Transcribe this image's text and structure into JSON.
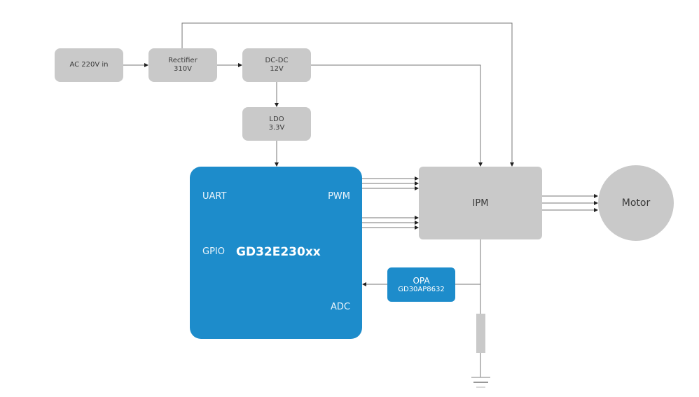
{
  "blocks": {
    "ac_input": {
      "line1": "AC 220V in"
    },
    "rectifier": {
      "line1": "Rectifier",
      "line2": "310V"
    },
    "dcdc": {
      "line1": "DC-DC",
      "line2": "12V"
    },
    "ldo": {
      "line1": "LDO",
      "line2": "3.3V"
    },
    "mcu": {
      "name": "GD32E230xx",
      "uart": "UART",
      "gpio": "GPIO",
      "pwm": "PWM",
      "adc": "ADC"
    },
    "ipm": {
      "label": "IPM"
    },
    "motor": {
      "label": "Motor"
    },
    "opa": {
      "line1": "OPA",
      "line2": "GD30AP8632"
    }
  },
  "colors": {
    "block_gray": "#c9c9c9",
    "mcu_blue": "#1d8ccb",
    "line": "#666666"
  }
}
